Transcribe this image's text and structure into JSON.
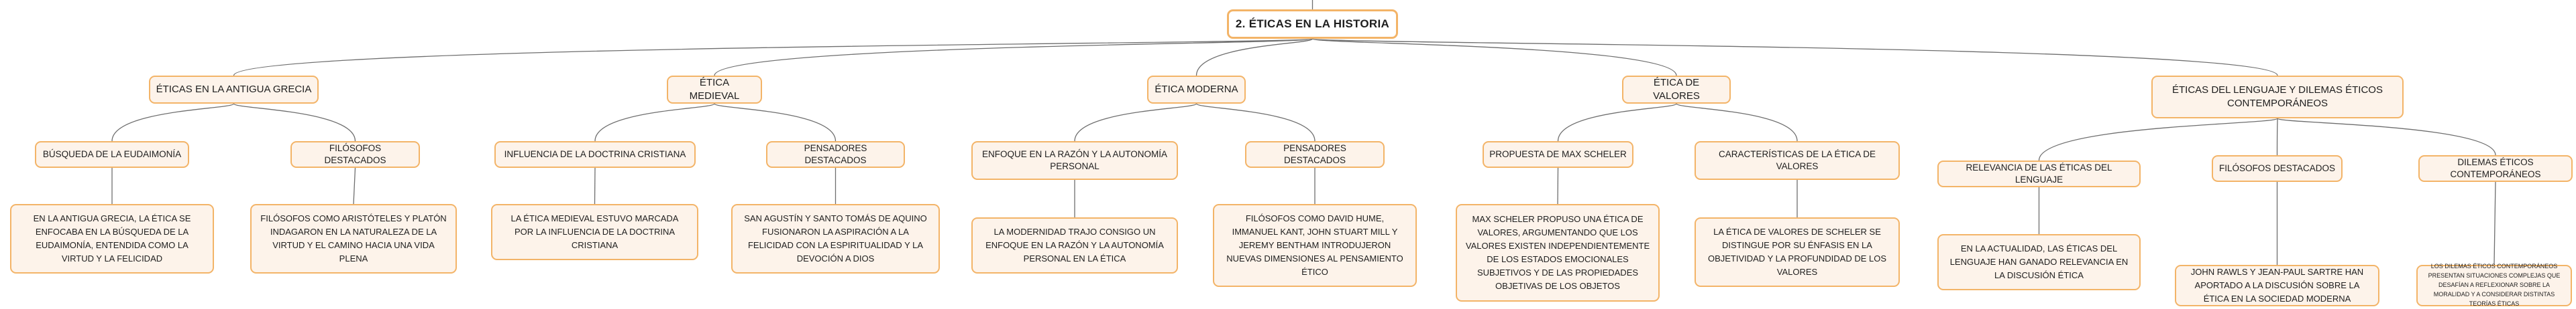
{
  "root": {
    "label": "2. ÉTICAS EN LA HISTORIA"
  },
  "branches": [
    {
      "label": "ÉTICAS EN LA ANTIGUA GRECIA",
      "children": [
        {
          "label": "BÚSQUEDA DE LA EUDAIMONÍA",
          "detail": "EN LA ANTIGUA GRECIA, LA ÉTICA SE ENFOCABA EN LA BÚSQUEDA DE LA EUDAIMONÍA, ENTENDIDA COMO LA VIRTUD Y LA FELICIDAD"
        },
        {
          "label": "FILÓSOFOS DESTACADOS",
          "detail": "FILÓSOFOS COMO ARISTÓTELES Y PLATÓN INDAGARON EN LA NATURALEZA DE LA VIRTUD Y EL CAMINO HACIA UNA VIDA PLENA"
        }
      ]
    },
    {
      "label": "ÉTICA MEDIEVAL",
      "children": [
        {
          "label": "INFLUENCIA DE LA DOCTRINA CRISTIANA",
          "detail": "LA ÉTICA MEDIEVAL ESTUVO MARCADA POR LA INFLUENCIA DE LA DOCTRINA CRISTIANA"
        },
        {
          "label": "PENSADORES DESTACADOS",
          "detail": "SAN AGUSTÍN Y SANTO TOMÁS DE AQUINO FUSIONARON LA ASPIRACIÓN A LA FELICIDAD CON LA ESPIRITUALIDAD Y LA DEVOCIÓN A DIOS"
        }
      ]
    },
    {
      "label": "ÉTICA MODERNA",
      "children": [
        {
          "label": "ENFOQUE EN LA RAZÓN Y LA AUTONOMÍA PERSONAL",
          "detail": "LA MODERNIDAD TRAJO CONSIGO UN ENFOQUE EN LA RAZÓN Y LA AUTONOMÍA PERSONAL EN LA ÉTICA"
        },
        {
          "label": "PENSADORES DESTACADOS",
          "detail": "FILÓSOFOS COMO DAVID HUME, IMMANUEL KANT, JOHN STUART MILL Y JEREMY BENTHAM INTRODUJERON NUEVAS DIMENSIONES AL PENSAMIENTO ÉTICO"
        }
      ]
    },
    {
      "label": "ÉTICA DE VALORES",
      "children": [
        {
          "label": "PROPUESTA DE MAX SCHELER",
          "detail": "MAX SCHELER PROPUSO UNA ÉTICA DE VALORES, ARGUMENTANDO QUE LOS VALORES EXISTEN INDEPENDIENTEMENTE DE LOS ESTADOS EMOCIONALES SUBJETIVOS Y DE LAS PROPIEDADES OBJETIVAS DE LOS OBJETOS"
        },
        {
          "label": "CARACTERÍSTICAS DE LA ÉTICA DE VALORES",
          "detail": "LA ÉTICA DE VALORES DE SCHELER SE DISTINGUE POR SU ÉNFASIS EN LA OBJETIVIDAD Y LA PROFUNDIDAD DE LOS VALORES"
        }
      ]
    },
    {
      "label": "ÉTICAS DEL LENGUAJE Y DILEMAS ÉTICOS CONTEMPORÁNEOS",
      "children": [
        {
          "label": "RELEVANCIA DE LAS ÉTICAS DEL LENGUAJE",
          "detail": "EN LA ACTUALIDAD, LAS ÉTICAS DEL LENGUAJE HAN GANADO RELEVANCIA EN LA DISCUSIÓN ÉTICA"
        },
        {
          "label": "FILÓSOFOS DESTACADOS",
          "detail": "JOHN RAWLS Y JEAN-PAUL SARTRE HAN APORTADO A LA DISCUSIÓN SOBRE LA ÉTICA EN LA SOCIEDAD MODERNA"
        },
        {
          "label": "DILEMAS ÉTICOS CONTEMPORÁNEOS",
          "detail": "LOS DILEMAS ÉTICOS CONTEMPORÁNEOS PRESENTAN SITUACIONES COMPLEJAS QUE DESAFÍAN A REFLEXIONAR SOBRE LA MORALIDAD Y A CONSIDERAR DISTINTAS TEORÍAS ÉTICAS"
        }
      ]
    }
  ],
  "colors": {
    "node_border": "#f3b468",
    "node_fill": "#fdf3ea",
    "connector": "#6e6e6e",
    "text": "#1e1e1e"
  }
}
